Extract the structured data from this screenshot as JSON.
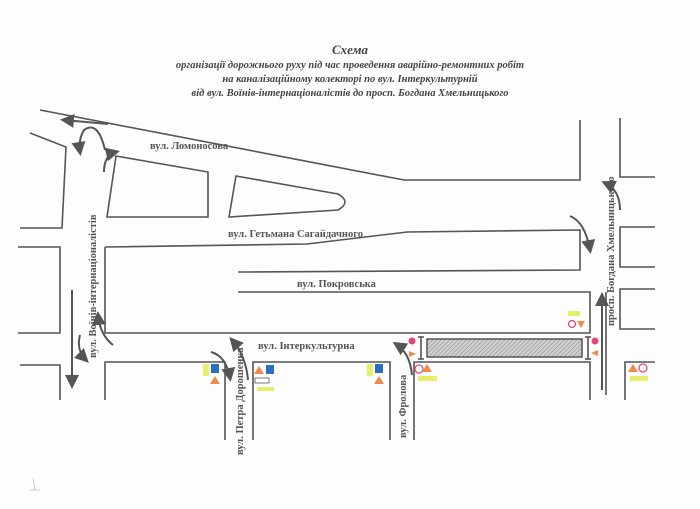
{
  "title": {
    "heading": "Схема",
    "line1": "організації дорожнього руху під час проведення аварійно-ремонтних робіт",
    "line2": "на каналізаційному колекторі по вул. Інтеркультурній",
    "line3": "від вул. Воїнів-інтернаціоналістів до просп. Богдана Хмельницького"
  },
  "streets": {
    "lomonosova": "вул. Ломоносова",
    "voiniv": "вул. Воїнів-інтернаціоналістів",
    "sahaidachnoho": "вул. Гетьмана Сагайдачного",
    "pokrovska": "вул. Покровська",
    "interkulturna": "вул. Інтеркультурна",
    "doroshenka": "вул. Петра Дорошенка",
    "frolova": "вул. Фролова",
    "khmelnytskoho": "просп. Богдана Хмельницького"
  },
  "colors": {
    "road": "#555555",
    "work_zone": "#b8b8b8",
    "warning_sign": "#f08a4b",
    "info_sign": "#2a6fc0",
    "plate": "#e6ef6a",
    "barrier_sign": "#e0457a"
  }
}
